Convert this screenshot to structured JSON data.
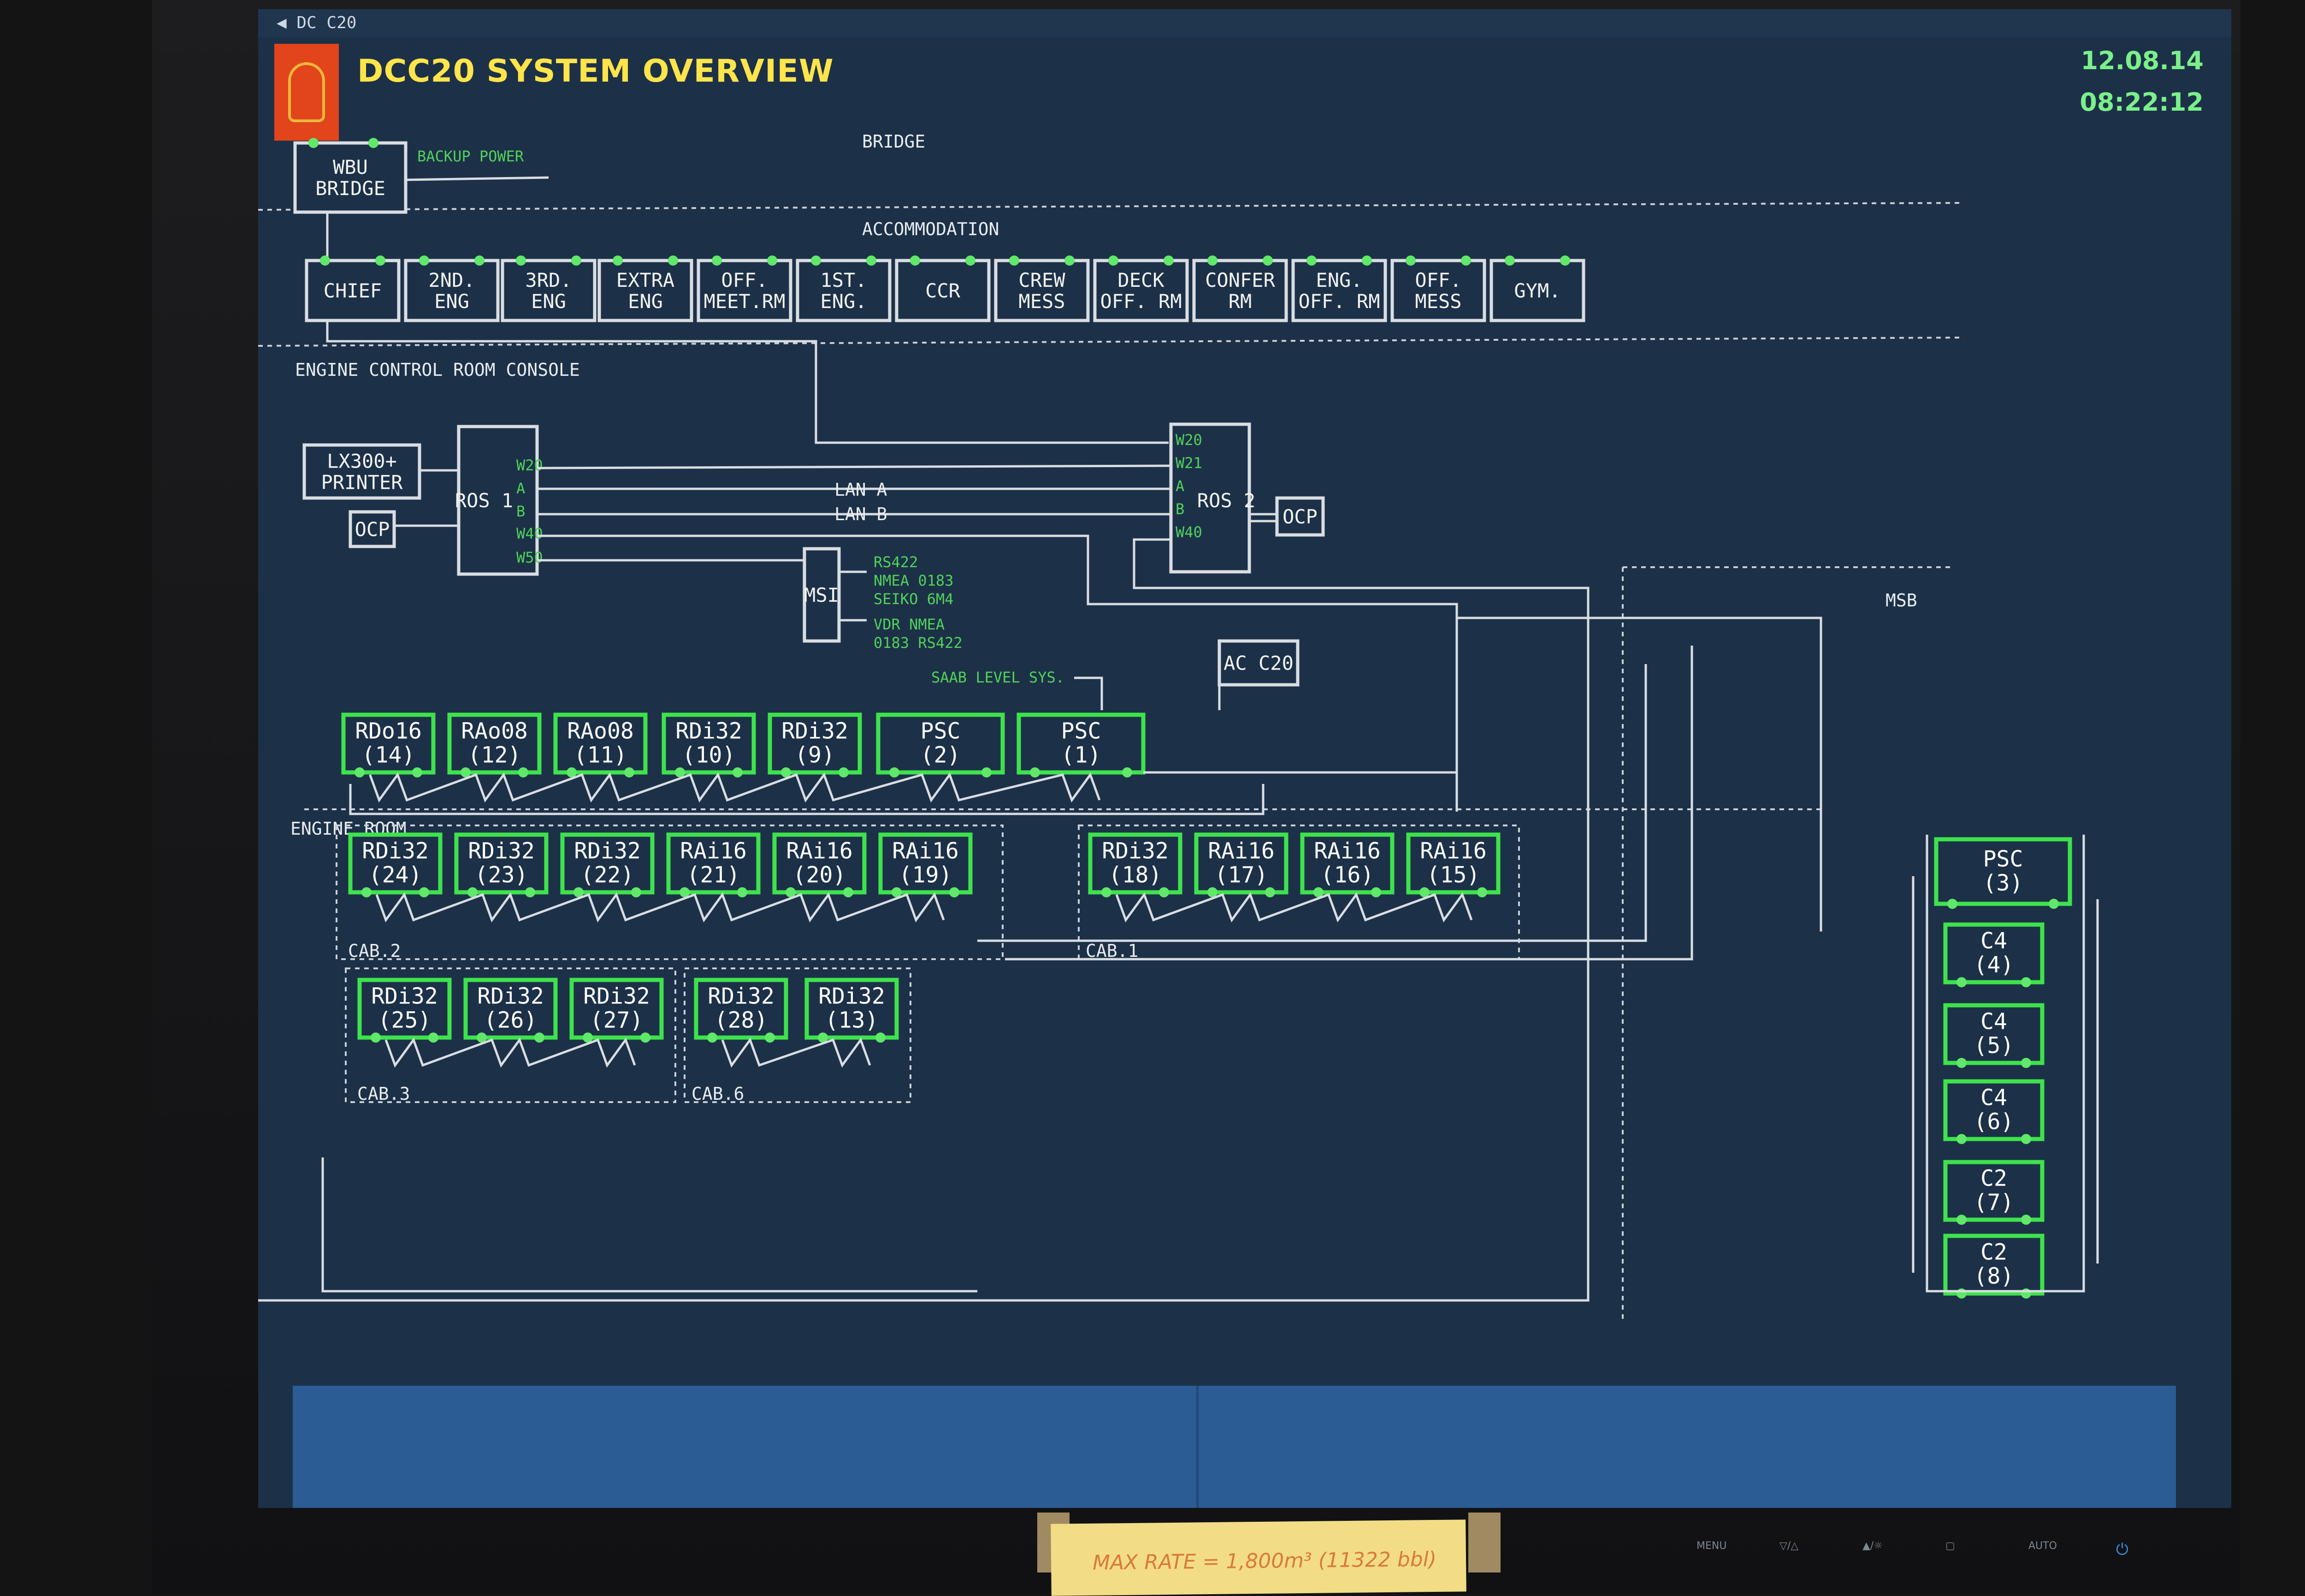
{
  "window": {
    "title": "DC C20"
  },
  "header": {
    "title": "DCC20 SYSTEM OVERVIEW",
    "date": "12.08.14",
    "time": "08:22:12"
  },
  "sections": {
    "bridge": "BRIDGE",
    "accommodation": "ACCOMMODATION",
    "ecr": "ENGINE CONTROL ROOM CONSOLE",
    "engine_room": "ENGINE ROOM",
    "msb": "MSB"
  },
  "bridge": {
    "wbu": [
      "WBU",
      "BRIDGE"
    ],
    "backup_power": "BACKUP POWER"
  },
  "accommodation": [
    [
      "CHIEF"
    ],
    [
      "2ND.",
      "ENG"
    ],
    [
      "3RD.",
      "ENG"
    ],
    [
      "EXTRA",
      "ENG"
    ],
    [
      "OFF.",
      "MEET.RM"
    ],
    [
      "1ST.",
      "ENG."
    ],
    [
      "CCR"
    ],
    [
      "CREW",
      "MESS"
    ],
    [
      "DECK",
      "OFF. RM"
    ],
    [
      "CONFER",
      "RM"
    ],
    [
      "ENG.",
      "OFF. RM"
    ],
    [
      "OFF.",
      "MESS"
    ],
    [
      "GYM."
    ]
  ],
  "ecr": {
    "printer": [
      "LX300+",
      "PRINTER"
    ],
    "ocp": "OCP",
    "ros1": "ROS 1",
    "ros2": "ROS 2",
    "ros1_ports": [
      "W20",
      "A",
      "B",
      "W40",
      "W50"
    ],
    "ros2_ports": [
      "W20",
      "W21",
      "A",
      "B",
      "W40"
    ],
    "lan_a": "LAN A",
    "lan_b": "LAN B",
    "msi": "MSI",
    "msi_notes": [
      "RS422",
      "NMEA 0183",
      "SEIKO 6M4",
      "VDR NMEA",
      "0183 RS422"
    ],
    "saab": "SAAB LEVEL SYS.",
    "ac_c20": "AC C20",
    "devices": [
      [
        "RDo16",
        "(14)"
      ],
      [
        "RAo08",
        "(12)"
      ],
      [
        "RAo08",
        "(11)"
      ],
      [
        "RDi32",
        "(10)"
      ],
      [
        "RDi32",
        "(9)"
      ],
      [
        "PSC",
        "(2)"
      ],
      [
        "PSC",
        "(1)"
      ]
    ]
  },
  "engine_room": {
    "cab2": {
      "label": "CAB.2",
      "devices": [
        [
          "RDi32",
          "(24)"
        ],
        [
          "RDi32",
          "(23)"
        ],
        [
          "RDi32",
          "(22)"
        ],
        [
          "RAi16",
          "(21)"
        ],
        [
          "RAi16",
          "(20)"
        ],
        [
          "RAi16",
          "(19)"
        ]
      ]
    },
    "cab1": {
      "label": "CAB.1",
      "devices": [
        [
          "RDi32",
          "(18)"
        ],
        [
          "RAi16",
          "(17)"
        ],
        [
          "RAi16",
          "(16)"
        ],
        [
          "RAi16",
          "(15)"
        ]
      ]
    },
    "cab3": {
      "label": "CAB.3",
      "devices": [
        [
          "RDi32",
          "(25)"
        ],
        [
          "RDi32",
          "(26)"
        ],
        [
          "RDi32",
          "(27)"
        ]
      ]
    },
    "cab6": {
      "label": "CAB.6",
      "devices": [
        [
          "RDi32",
          "(28)"
        ],
        [
          "RDi32",
          "(13)"
        ]
      ]
    }
  },
  "msb": {
    "devices": [
      [
        "PSC",
        "(3)"
      ],
      [
        "C4",
        "(4)"
      ],
      [
        "C4",
        "(5)"
      ],
      [
        "C4",
        "(6)"
      ],
      [
        "C2",
        "(7)"
      ],
      [
        "C2",
        "(8)"
      ]
    ]
  },
  "sticky_note": "MAX RATE = 1,800m³ (11322 bbl)",
  "monitor_buttons": [
    "MENU",
    "▽/△",
    "▲/☼",
    "▢",
    "AUTO",
    "⏻"
  ]
}
